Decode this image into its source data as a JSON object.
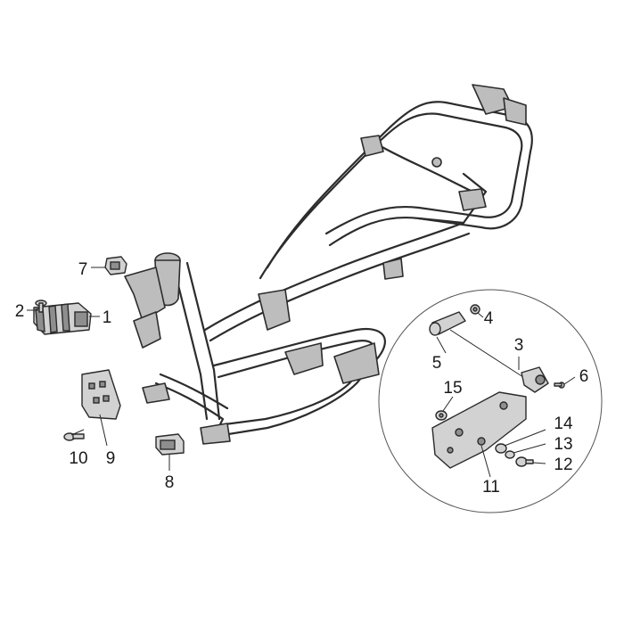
{
  "diagram": {
    "callouts": [
      {
        "id": "c1",
        "label": "1"
      },
      {
        "id": "c2",
        "label": "2"
      },
      {
        "id": "c3",
        "label": "3"
      },
      {
        "id": "c4",
        "label": "4"
      },
      {
        "id": "c5",
        "label": "5"
      },
      {
        "id": "c6",
        "label": "6"
      },
      {
        "id": "c7",
        "label": "7"
      },
      {
        "id": "c8",
        "label": "8"
      },
      {
        "id": "c9",
        "label": "9"
      },
      {
        "id": "c10",
        "label": "10"
      },
      {
        "id": "c11",
        "label": "11"
      },
      {
        "id": "c12",
        "label": "12"
      },
      {
        "id": "c13",
        "label": "13"
      },
      {
        "id": "c14",
        "label": "14"
      },
      {
        "id": "c15",
        "label": "15"
      }
    ]
  },
  "colors": {
    "line": "#2c2c2c",
    "part_fill": "#d2d2d2",
    "frame_fill": "#bdbdbd",
    "background": "#ffffff"
  }
}
